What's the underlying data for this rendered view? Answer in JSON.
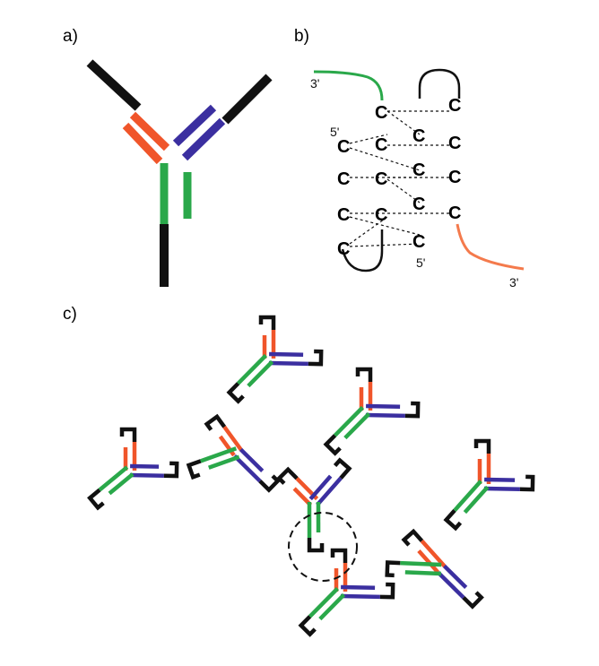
{
  "background": "#ffffff",
  "colors": {
    "black": "#111111",
    "red": "#f0552a",
    "blue": "#3b2fa0",
    "green": "#2aa84a",
    "orange": "#f47a4c"
  },
  "panels": {
    "a": {
      "label": "a)"
    },
    "b": {
      "label": "b)",
      "base_letter": "C",
      "end_labels": {
        "green_three_prime": "3'",
        "left_five_prime": "5'",
        "bottom_five_prime": "5'",
        "orange_three_prime": "3'"
      }
    },
    "c": {
      "label": "c)"
    }
  }
}
